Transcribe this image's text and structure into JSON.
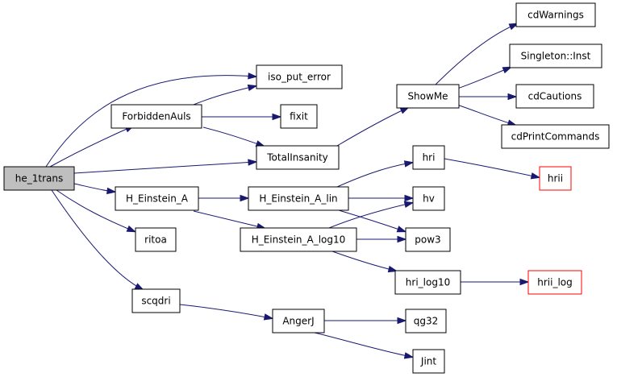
{
  "diagram": {
    "colors": {
      "edge": "#191970",
      "box_border": "#000000",
      "root_fill": "#bfbfbf",
      "undocumented_border": "#ff0000",
      "background": "#ffffff"
    },
    "nodes": [
      {
        "id": "he_1trans",
        "label": "he_1trans",
        "kind": "root"
      },
      {
        "id": "ForbiddenAuls",
        "label": "ForbiddenAuls",
        "kind": "normal"
      },
      {
        "id": "iso_put_error",
        "label": "iso_put_error",
        "kind": "normal"
      },
      {
        "id": "fixit",
        "label": "fixit",
        "kind": "normal"
      },
      {
        "id": "TotalInsanity",
        "label": "TotalInsanity",
        "kind": "normal"
      },
      {
        "id": "ShowMe",
        "label": "ShowMe",
        "kind": "normal"
      },
      {
        "id": "cdWarnings",
        "label": "cdWarnings",
        "kind": "normal"
      },
      {
        "id": "SingletonInst",
        "label": "Singleton::Inst",
        "kind": "normal"
      },
      {
        "id": "cdCautions",
        "label": "cdCautions",
        "kind": "normal"
      },
      {
        "id": "cdPrintCommands",
        "label": "cdPrintCommands",
        "kind": "normal"
      },
      {
        "id": "H_Einstein_A",
        "label": "H_Einstein_A",
        "kind": "normal"
      },
      {
        "id": "H_Einstein_A_lin",
        "label": "H_Einstein_A_lin",
        "kind": "normal"
      },
      {
        "id": "H_Einstein_A_log10",
        "label": "H_Einstein_A_log10",
        "kind": "normal"
      },
      {
        "id": "hri",
        "label": "hri",
        "kind": "normal"
      },
      {
        "id": "hrii",
        "label": "hrii",
        "kind": "undocumented"
      },
      {
        "id": "hv",
        "label": "hv",
        "kind": "normal"
      },
      {
        "id": "pow3",
        "label": "pow3",
        "kind": "normal"
      },
      {
        "id": "hri_log10",
        "label": "hri_log10",
        "kind": "normal"
      },
      {
        "id": "hrii_log",
        "label": "hrii_log",
        "kind": "undocumented"
      },
      {
        "id": "ritoa",
        "label": "ritoa",
        "kind": "normal"
      },
      {
        "id": "scqdri",
        "label": "scqdri",
        "kind": "normal"
      },
      {
        "id": "AngerJ",
        "label": "AngerJ",
        "kind": "normal"
      },
      {
        "id": "qg32",
        "label": "qg32",
        "kind": "normal"
      },
      {
        "id": "Jint",
        "label": "Jint",
        "kind": "normal"
      }
    ],
    "edges": [
      {
        "from": "he_1trans",
        "to": "iso_put_error"
      },
      {
        "from": "he_1trans",
        "to": "ForbiddenAuls"
      },
      {
        "from": "he_1trans",
        "to": "TotalInsanity"
      },
      {
        "from": "he_1trans",
        "to": "H_Einstein_A"
      },
      {
        "from": "he_1trans",
        "to": "ritoa"
      },
      {
        "from": "he_1trans",
        "to": "scqdri"
      },
      {
        "from": "ForbiddenAuls",
        "to": "iso_put_error"
      },
      {
        "from": "ForbiddenAuls",
        "to": "fixit"
      },
      {
        "from": "ForbiddenAuls",
        "to": "TotalInsanity"
      },
      {
        "from": "TotalInsanity",
        "to": "ShowMe"
      },
      {
        "from": "ShowMe",
        "to": "cdWarnings"
      },
      {
        "from": "ShowMe",
        "to": "SingletonInst"
      },
      {
        "from": "ShowMe",
        "to": "cdCautions"
      },
      {
        "from": "ShowMe",
        "to": "cdPrintCommands"
      },
      {
        "from": "H_Einstein_A",
        "to": "H_Einstein_A_lin"
      },
      {
        "from": "H_Einstein_A",
        "to": "H_Einstein_A_log10"
      },
      {
        "from": "H_Einstein_A_lin",
        "to": "hri"
      },
      {
        "from": "H_Einstein_A_lin",
        "to": "hv"
      },
      {
        "from": "H_Einstein_A_lin",
        "to": "pow3"
      },
      {
        "from": "hri",
        "to": "hrii"
      },
      {
        "from": "H_Einstein_A_log10",
        "to": "hv"
      },
      {
        "from": "H_Einstein_A_log10",
        "to": "pow3"
      },
      {
        "from": "H_Einstein_A_log10",
        "to": "hri_log10"
      },
      {
        "from": "hri_log10",
        "to": "hrii_log"
      },
      {
        "from": "scqdri",
        "to": "AngerJ"
      },
      {
        "from": "AngerJ",
        "to": "qg32"
      },
      {
        "from": "AngerJ",
        "to": "Jint"
      }
    ]
  }
}
